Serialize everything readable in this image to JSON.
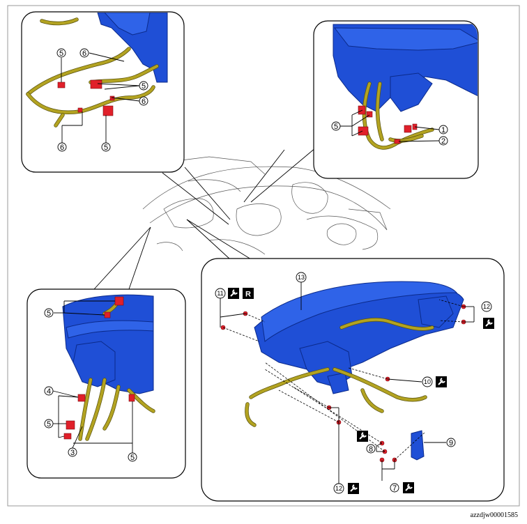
{
  "diagram": {
    "reference_code": "azzdjw00001585",
    "callouts": {
      "c1": "1",
      "c2": "2",
      "c3": "3",
      "c4": "4",
      "c5": "5",
      "c6": "6",
      "c7": "7",
      "c8": "8",
      "c9": "9",
      "c10": "10",
      "c11": "11",
      "c12": "12",
      "c13": "13"
    },
    "marks": {
      "replace": "R"
    },
    "icons": [
      "wrench-icon",
      "replace-icon"
    ],
    "colors": {
      "panel_blue": "#1f4fd6",
      "harness_yellow": "#b3a321",
      "connector_red": "#e0202a"
    }
  }
}
